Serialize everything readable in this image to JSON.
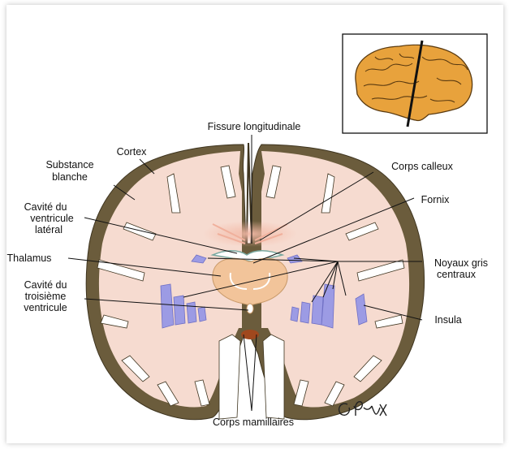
{
  "labels": {
    "fissure": "Fissure longitudinale",
    "cortex": "Cortex",
    "substance_l1": "Substance",
    "substance_l2": "blanche",
    "cavite_vl_l1": "Cavité du",
    "cavite_vl_l2": "ventricule",
    "cavite_vl_l3": "latéral",
    "thalamus": "Thalamus",
    "cavite_v3_l1": "Cavité du",
    "cavite_v3_l2": "troisième",
    "cavite_v3_l3": "ventricule",
    "corps_calleux": "Corps calleux",
    "fornix": "Fornix",
    "noyaux_l1": "Noyaux gris",
    "noyaux_l2": "centraux",
    "insula": "Insula",
    "corps_mamillaires": "Corps mamillaires"
  },
  "signature": "C.Roux",
  "colors": {
    "cortex": "#5e5236",
    "white_matter": "#f5d9cf",
    "thalamus": "#f2c49a",
    "nuclei": "#9c9be4",
    "mamillary": "#a0481e",
    "brain_inset": "#e8a23c"
  }
}
